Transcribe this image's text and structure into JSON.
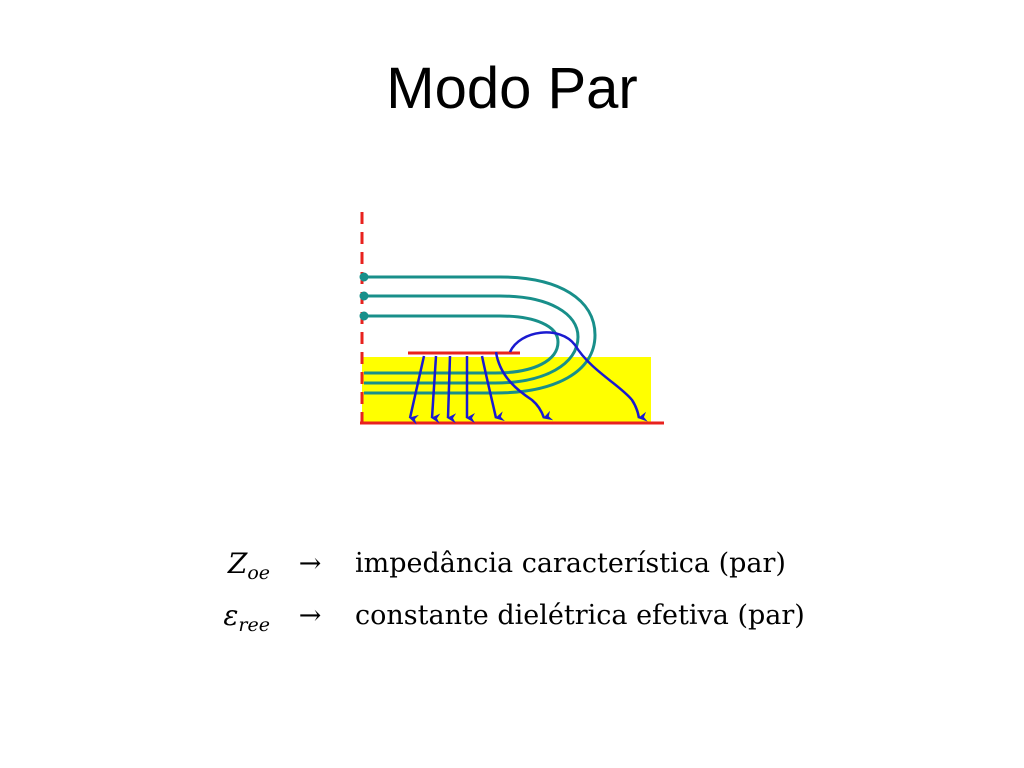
{
  "title": "Modo Par",
  "diagram": {
    "colors": {
      "symmetry_plane": "#e8221e",
      "ground_plane": "#e8221e",
      "conductor": "#e8221e",
      "substrate": "#ffff00",
      "magnetic_field": "#188f8a",
      "electric_field": "#1a1ad0"
    }
  },
  "definitions": [
    {
      "symbol": "Z",
      "subscript": "oe",
      "arrow": "→",
      "description": "impedância característica (par)"
    },
    {
      "symbol": "ε",
      "subscript": "ree",
      "arrow": "→",
      "description": "constante dielétrica efetiva (par)"
    }
  ]
}
